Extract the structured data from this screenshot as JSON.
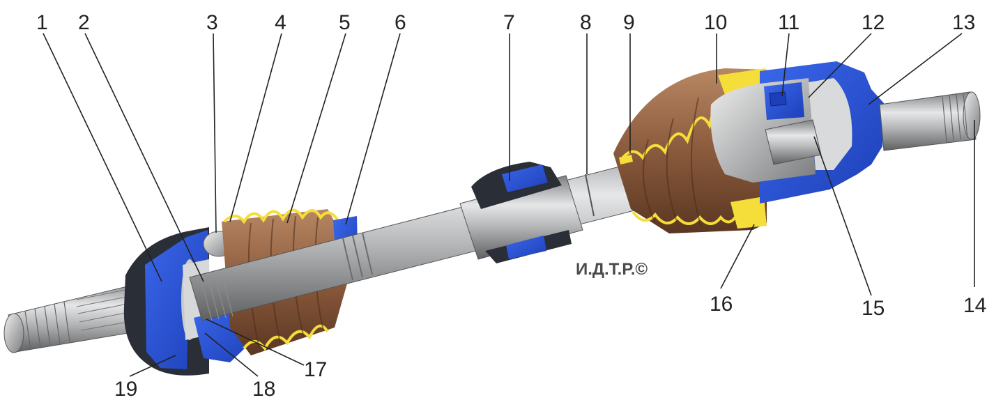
{
  "diagram": {
    "watermark": "И.Д.Т.Р.©",
    "callouts": [
      "1",
      "2",
      "3",
      "4",
      "5",
      "6",
      "7",
      "8",
      "9",
      "10",
      "11",
      "12",
      "13",
      "14",
      "15",
      "16",
      "17",
      "18",
      "19"
    ],
    "colors": {
      "housing_blue": "#2b55d8",
      "boot_brown": "#8a5a3c",
      "boot_yellow": "#f5dd3a",
      "steel_gray": "#a4a6a8",
      "background": "#ffffff"
    }
  }
}
